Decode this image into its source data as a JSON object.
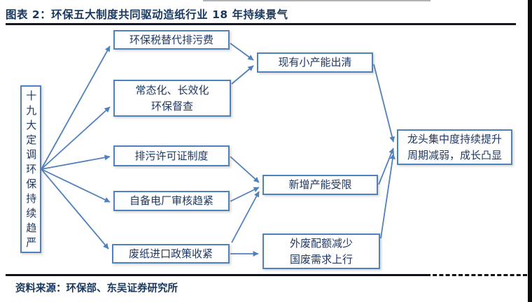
{
  "header": {
    "title": "图表 2：环保五大制度共同驱动造纸行业 18 年持续景气"
  },
  "diagram": {
    "root": {
      "label": "十九大定调环保持续趋严"
    },
    "policies": [
      {
        "label": "环保税替代排污费"
      },
      {
        "label": "常态化、长效化\n环保督查"
      },
      {
        "label": "排污许可证制度"
      },
      {
        "label": "自备电厂审核趋紧"
      },
      {
        "label": "废纸进口政策收紧"
      }
    ],
    "effects": [
      {
        "label": "现有小产能出清"
      },
      {
        "label": "新增产能受限"
      },
      {
        "label": "外废配额减少\n国废需求上行"
      }
    ],
    "outcome": {
      "label": "龙头集中度持续提升\n周期减弱，成长凸显"
    }
  },
  "footer": {
    "source": "资料来源：环保部、东吴证券研究所"
  },
  "colors": {
    "accent_blue": "#4F81BD",
    "title_navy": "#17375E",
    "node_text_navy": "#1F3864",
    "rule_black": "#101018"
  }
}
